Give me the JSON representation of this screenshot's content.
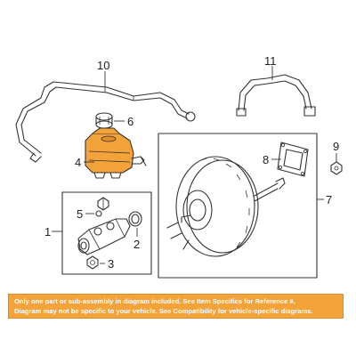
{
  "callouts": {
    "c1": "1",
    "c2": "2",
    "c3": "3",
    "c4": "4",
    "c5": "5",
    "c6": "6",
    "c7": "7",
    "c8": "8",
    "c9": "9",
    "c10": "10",
    "c11": "11"
  },
  "notice": {
    "line1": "Only one part or sub-assembly in diagram included. See Item Specifics for Reference #.",
    "line2": "Diagram may not be specific to your vehicle. See Compatibility for vehicle-specific diagrams."
  },
  "colors": {
    "highlight": "#f4a23a",
    "line": "#333333",
    "notice_text": "#ffffff"
  }
}
